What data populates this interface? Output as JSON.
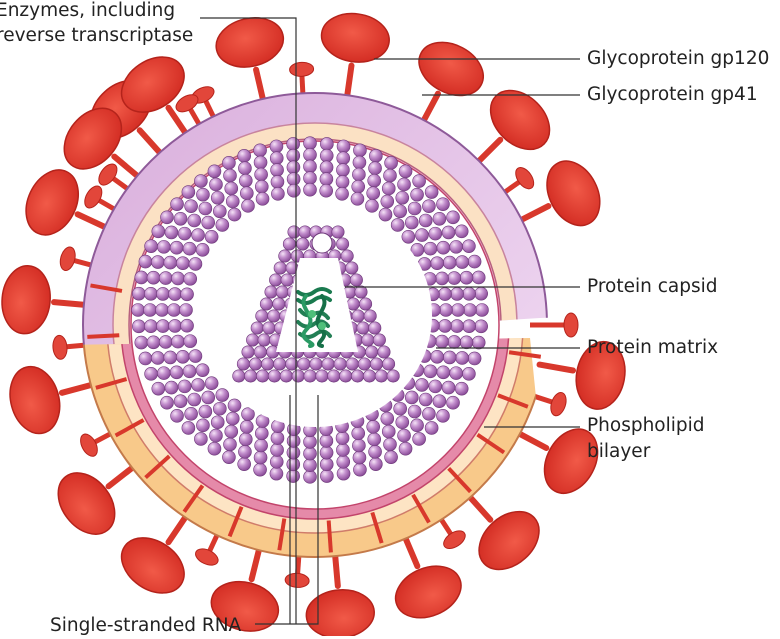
{
  "labels": {
    "enzymes_line1": "Enzymes, including",
    "enzymes_line2": "reverse transcriptase",
    "gp120": "Glycoprotein gp120",
    "gp41": "Glycoprotein gp41",
    "capsid": "Protein capsid",
    "matrix": "Protein matrix",
    "bilayer_line1": "Phospholipid",
    "bilayer_line2": "bilayer",
    "rna": "Single-stranded RNA"
  },
  "colors": {
    "gp120": "#e03a2f",
    "gp41_stalk": "#d8382c",
    "envelope_purple": "#cf9fd2",
    "bilayer_peach": "#f7c98c",
    "matrix_pink": "#e07aa7",
    "capsid_sphere": "#b478c0",
    "rna": "#1f8a5a"
  }
}
